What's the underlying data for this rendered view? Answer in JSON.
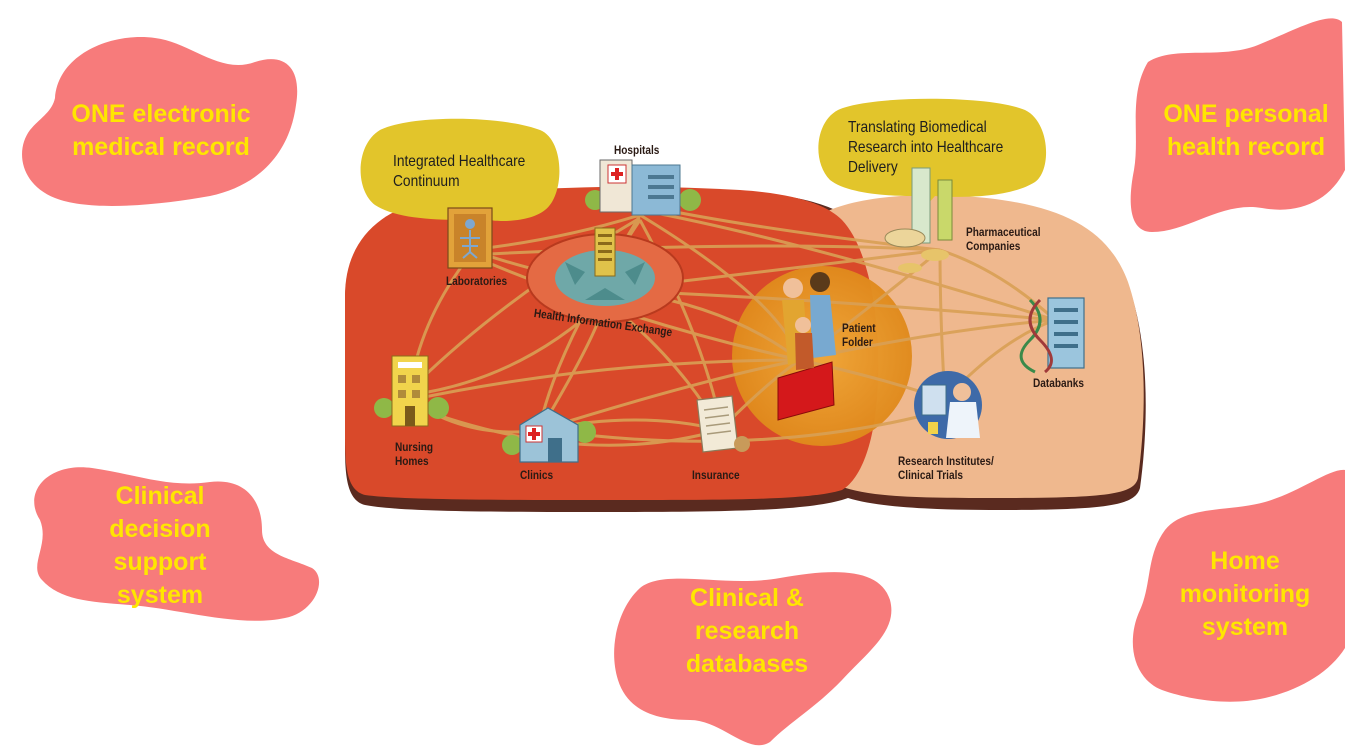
{
  "blobs": [
    {
      "lines": [
        "ONE electronic",
        "medical record"
      ]
    },
    {
      "lines": [
        "ONE personal",
        "health record"
      ]
    },
    {
      "lines": [
        "Clinical",
        "decision",
        "support",
        "system"
      ]
    },
    {
      "lines": [
        "Clinical &",
        "research",
        "databases"
      ]
    },
    {
      "lines": [
        "Home",
        "monitoring",
        "system"
      ]
    }
  ],
  "callouts": {
    "integrated": [
      "Integrated Healthcare",
      "Continuum"
    ],
    "translating": [
      "Translating Biomedical",
      "Research into Healthcare",
      "Delivery"
    ]
  },
  "nodes": {
    "hospitals": "Hospitals",
    "laboratories": "Laboratories",
    "hie": "Health Information Exchange",
    "nursing": [
      "Nursing",
      "Homes"
    ],
    "clinics": "Clinics",
    "insurance": "Insurance",
    "patient_folder": [
      "Patient",
      "Folder"
    ],
    "pharma": [
      "Pharmaceutical",
      "Companies"
    ],
    "databanks": "Databanks",
    "research": [
      "Research Institutes/",
      "Clinical Trials"
    ]
  },
  "colors": {
    "blob_fill": "#f77b7b",
    "blob_text": "#ffe600",
    "left_island": "#d9492a",
    "right_island": "#efb88e",
    "patient_circle": "#e8951e",
    "callout_fill": "#e2c52b",
    "link_lines": "#d9a055"
  }
}
